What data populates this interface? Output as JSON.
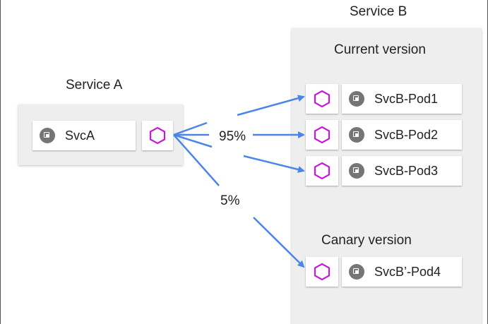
{
  "service_a": {
    "title": "Service A",
    "pod_label": "SvcA"
  },
  "service_b": {
    "title": "Service B",
    "current_version_label": "Current version",
    "canary_version_label": "Canary  version",
    "pods": [
      {
        "label": "SvcB-Pod1"
      },
      {
        "label": "SvcB-Pod2"
      },
      {
        "label": "SvcB-Pod3"
      },
      {
        "label": "SvcB’-Pod4"
      }
    ]
  },
  "traffic": {
    "current_split": "95%",
    "canary_split": "5%"
  },
  "icons": {
    "pod": "pod-icon",
    "proxy": "sidecar-proxy-hexagon-icon"
  },
  "colors": {
    "arrow": "#4a86e8",
    "proxy_hexagon": "#c51bd6",
    "pod_icon": "#757575",
    "panel_background": "#eeeeee"
  }
}
